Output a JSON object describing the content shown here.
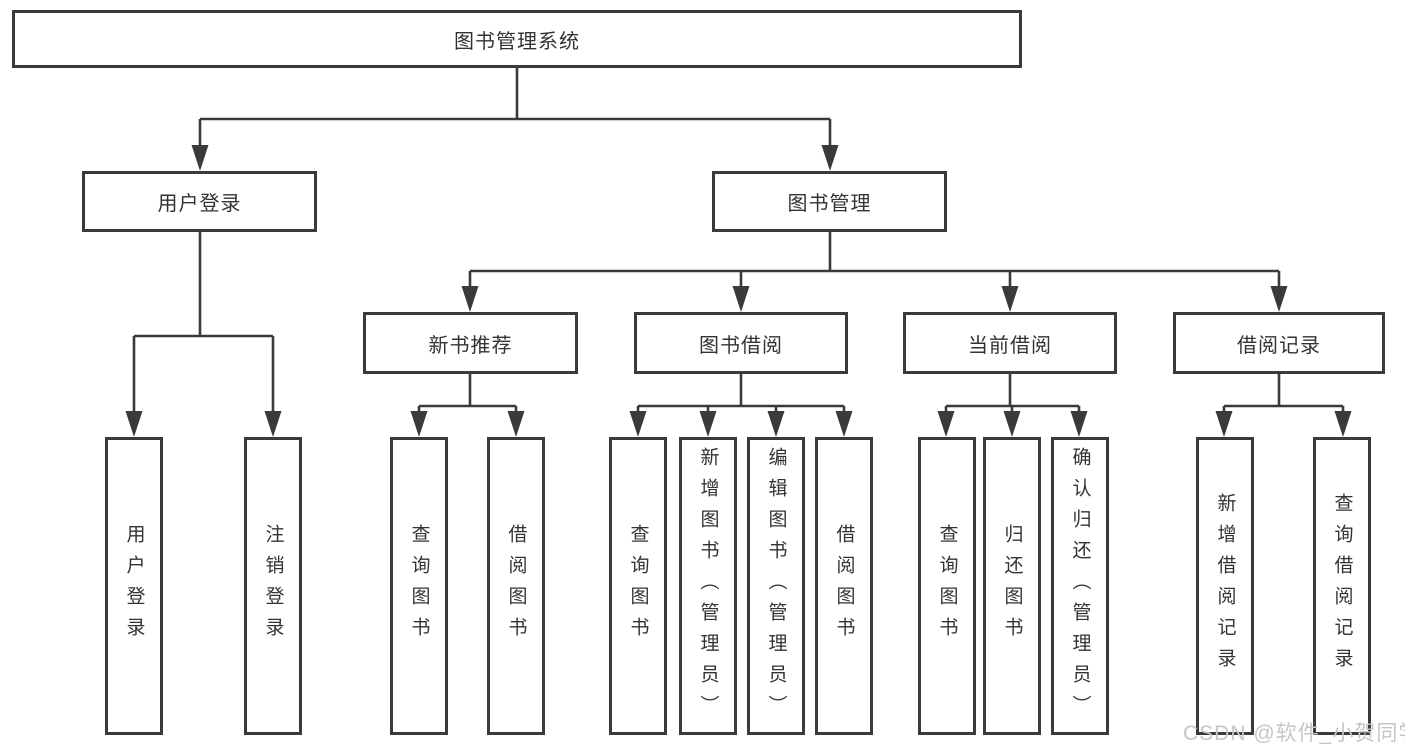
{
  "diagram": {
    "title": "图书管理系统",
    "tree": {
      "root": {
        "label": "图书管理系统"
      },
      "branches": [
        {
          "label": "用户登录",
          "children": [
            {
              "label": "用户登录"
            },
            {
              "label": "注销登录"
            }
          ]
        },
        {
          "label": "图书管理",
          "sections": [
            {
              "label": "新书推荐",
              "children": [
                {
                  "label": "查询图书"
                },
                {
                  "label": "借阅图书"
                }
              ]
            },
            {
              "label": "图书借阅",
              "children": [
                {
                  "label": "查询图书"
                },
                {
                  "label": "新增图书（管理员）"
                },
                {
                  "label": "编辑图书（管理员）"
                },
                {
                  "label": "借阅图书"
                }
              ]
            },
            {
              "label": "当前借阅",
              "children": [
                {
                  "label": "查询图书"
                },
                {
                  "label": "归还图书"
                },
                {
                  "label": "确认归还（管理员）"
                }
              ]
            },
            {
              "label": "借阅记录",
              "children": [
                {
                  "label": "新增借阅记录"
                },
                {
                  "label": "查询借阅记录"
                }
              ]
            }
          ]
        }
      ]
    },
    "colors": {
      "line": "#3a3a3a",
      "box_border": "#3a3a3a",
      "text": "#333333",
      "background": "#ffffff",
      "watermark": "#c6c6c6"
    }
  },
  "watermark": "CSDN @软件_小贺同学"
}
